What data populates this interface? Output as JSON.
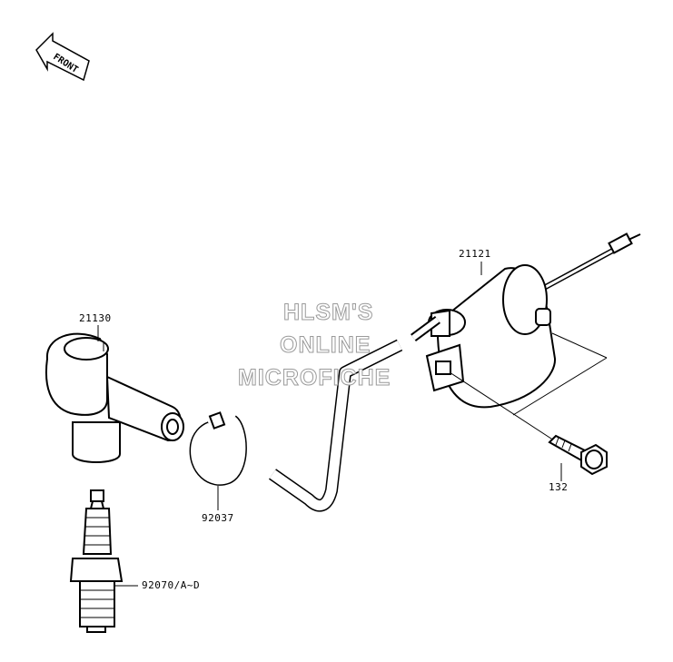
{
  "front_arrow": {
    "label": "FRONT",
    "icon": "front-arrow-icon"
  },
  "watermark": {
    "line1": "HLSM'S",
    "line2": "ONLINE",
    "line3": "MICROFICHE"
  },
  "parts": {
    "ignition_coil": "21121",
    "spark_plug_cap": "21130",
    "clamp": "92037",
    "spark_plug": "92070/A~D",
    "bolt": "132"
  }
}
